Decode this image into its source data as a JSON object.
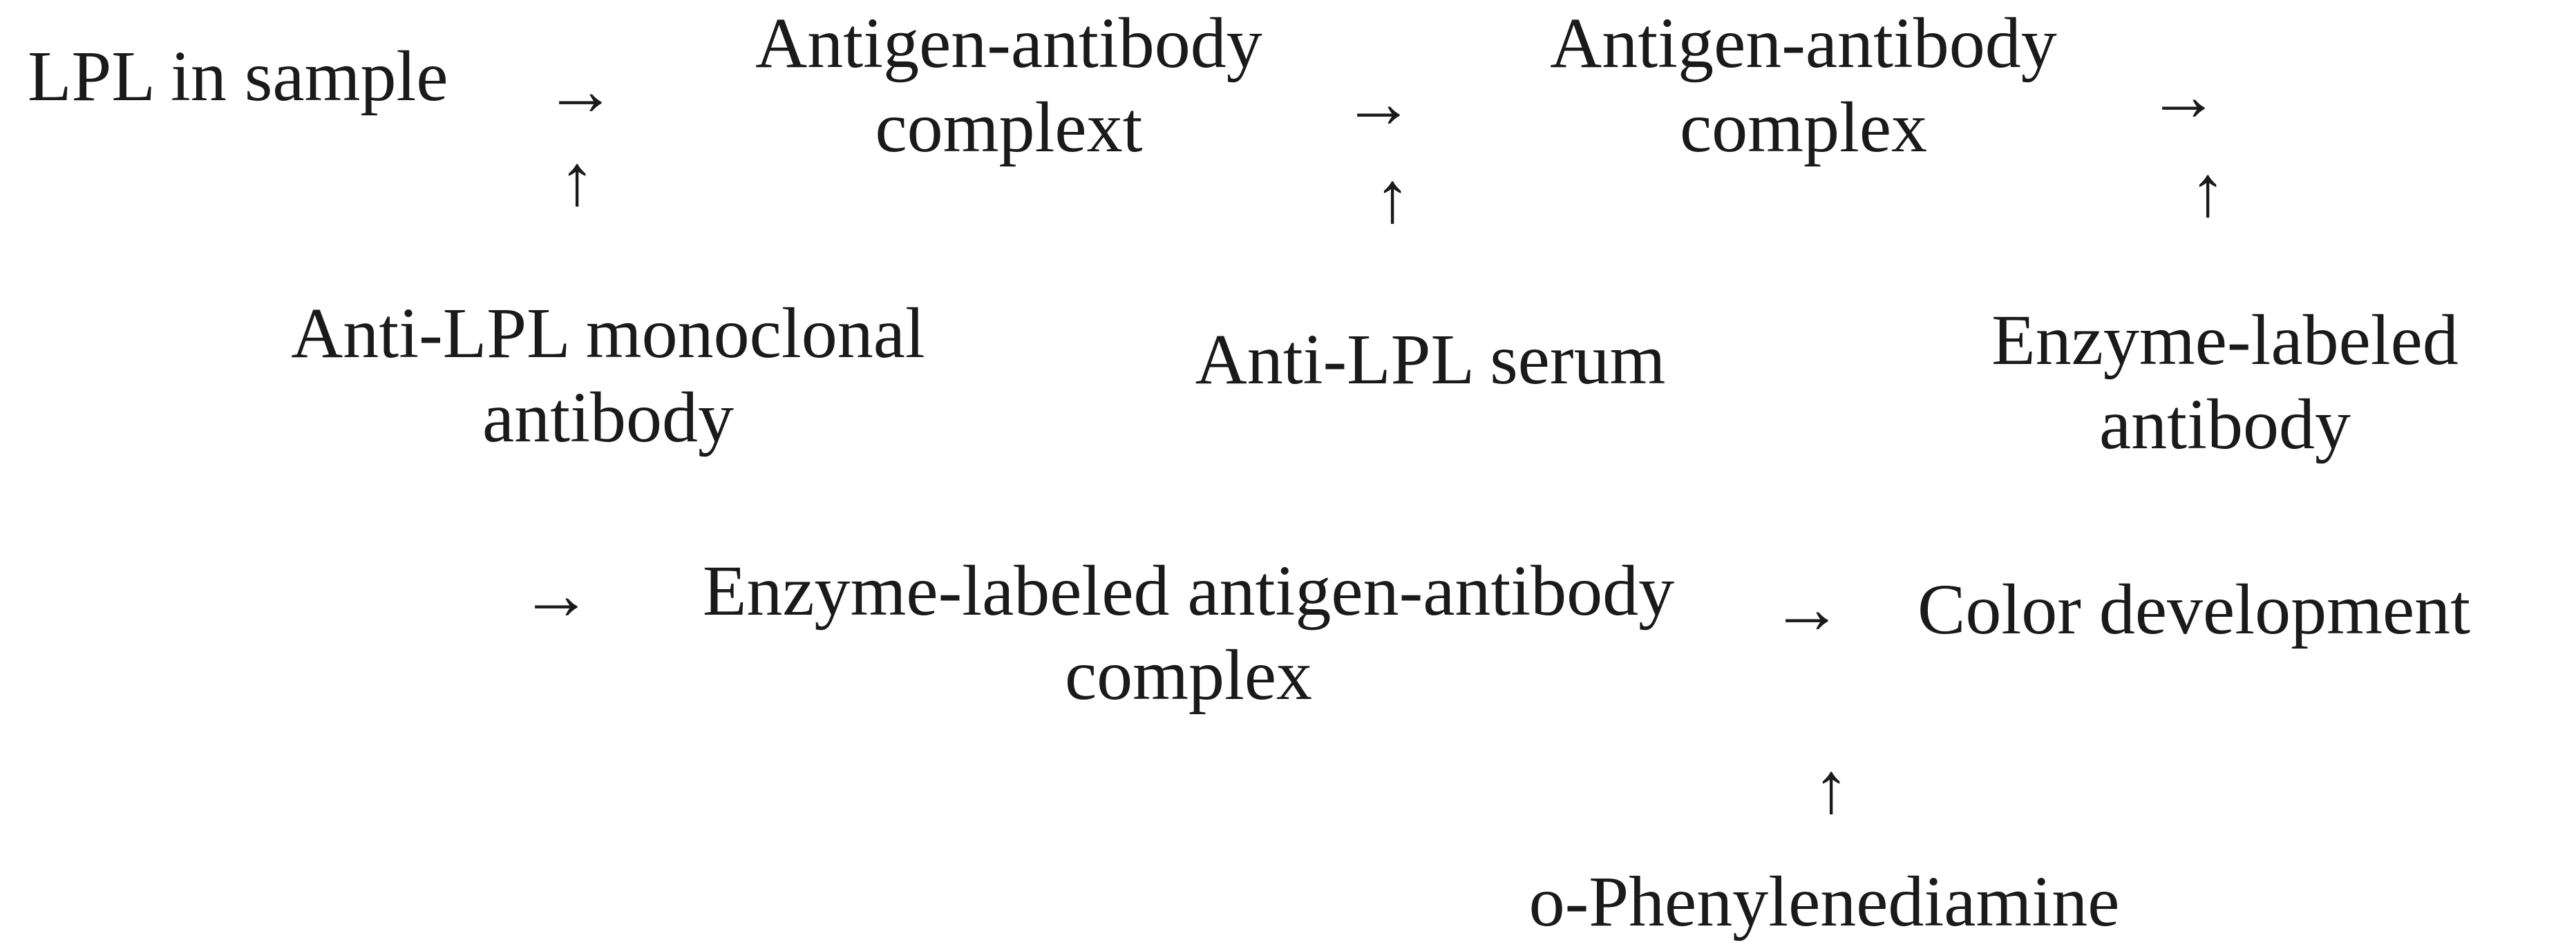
{
  "nodes": {
    "lpl_in_sample": [
      "LPL in sample"
    ],
    "complex_1": [
      "Antigen-antibody",
      "complext"
    ],
    "complex_2": [
      "Antigen-antibody",
      "complex"
    ],
    "monoclonal_antibody": [
      "Anti-LPL monoclonal",
      "antibody"
    ],
    "anti_lpl_serum": [
      "Anti-LPL serum"
    ],
    "enzyme_labeled_antibody": [
      "Enzyme-labeled",
      "antibody"
    ],
    "enzyme_labeled_complex": [
      "Enzyme-labeled antigen-antibody",
      "complex"
    ],
    "color_development": [
      "Color development"
    ],
    "substrate": [
      "o-Phenylenediamine"
    ]
  },
  "arrows": {
    "right": "→",
    "up": "↑"
  }
}
